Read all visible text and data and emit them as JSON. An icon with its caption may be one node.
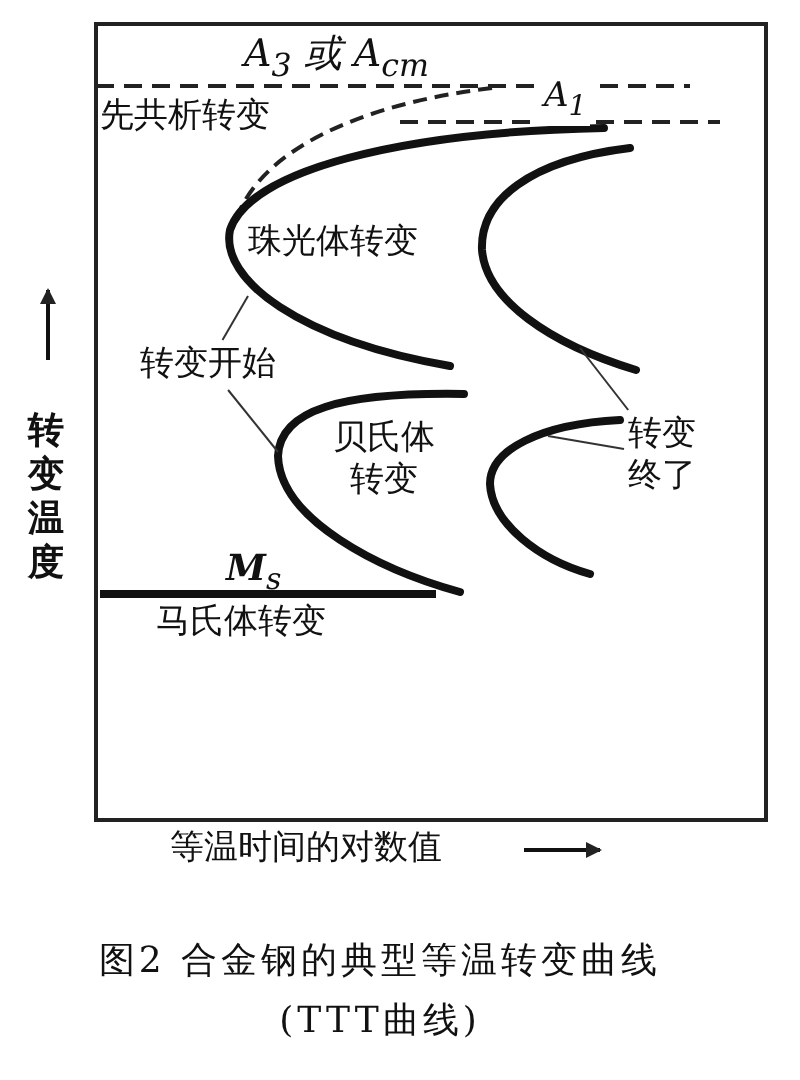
{
  "diagram": {
    "caption": "图2 合金钢的典型等温转变曲线(TTT曲线)",
    "nodes": [
      {
        "text": [
          "转变开始"
        ]
      },
      {
        "text": [
          "转变终了"
        ]
      },
      {
        "text": [],
        "shape": "curve"
      },
      {
        "text": [],
        "shape": "curve"
      },
      {
        "text": [],
        "shape": "curve"
      },
      {
        "text": [],
        "shape": "curve"
      }
    ],
    "edges": [
      {
        "from": 0,
        "to": 2,
        "arrow": "none"
      },
      {
        "from": 0,
        "to": 3,
        "arrow": "none"
      },
      {
        "from": 1,
        "to": 4,
        "arrow": "none"
      },
      {
        "from": 1,
        "to": 5,
        "arrow": "none"
      }
    ],
    "labels": [
      "A$_{3}$ 或 A$_{cm}$",
      "A$_{1}$",
      "先共析转变",
      "珠光体转变",
      "贝氏体转变",
      "**M**$_{s}$",
      "马氏体转变",
      "转变温度",
      "等温时间的对数值"
    ]
  }
}
